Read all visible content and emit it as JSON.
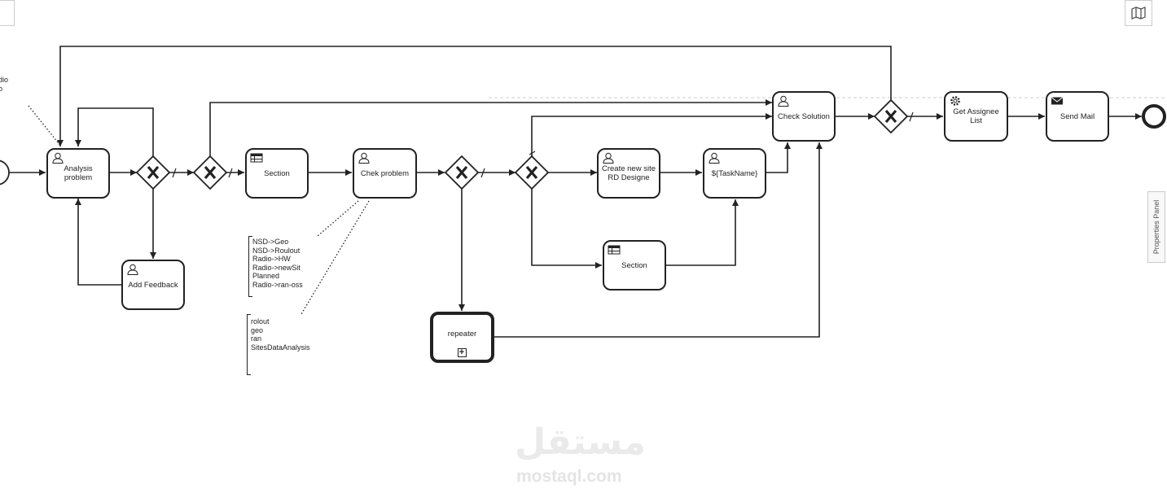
{
  "canvas": {
    "partial_label_top": "dio",
    "partial_label_bottom": "o"
  },
  "tasks": {
    "analysis_problem": "Analysis problem",
    "add_feedback": "Add Feedback",
    "section_1": "Section",
    "chek_problem": "Chek problem",
    "create_new_site": "Create new site\nRD Designe",
    "task_name": "${TaskName}",
    "section_2": "Section",
    "check_solution": "Check Solution",
    "get_assignee_list": "Get Assignee List",
    "send_mail": "Send Mail",
    "repeater": "repeater"
  },
  "annotations": {
    "annotation_1": "NSD->Geo\nNSD->Roulout\nRadio->HW\nRadio->newSit\nPlanned\nRadio->ran-oss",
    "annotation_2": "rolout\ngeo\nran\nSitesDataAnalysis"
  },
  "panel": {
    "properties_panel_label": "Properties Panel"
  },
  "watermark": {
    "arabic": "مستقل",
    "latin": "mostaql.com"
  },
  "icons": {
    "user_task": "user-icon",
    "business_rule": "table-icon",
    "service_task": "gear-icon",
    "send_task": "envelope-icon",
    "gateway": "exclusive-gateway-x",
    "map": "map-icon"
  },
  "colors": {
    "stroke": "#222222",
    "background": "#ffffff",
    "watermark": "#e6e6e6"
  }
}
